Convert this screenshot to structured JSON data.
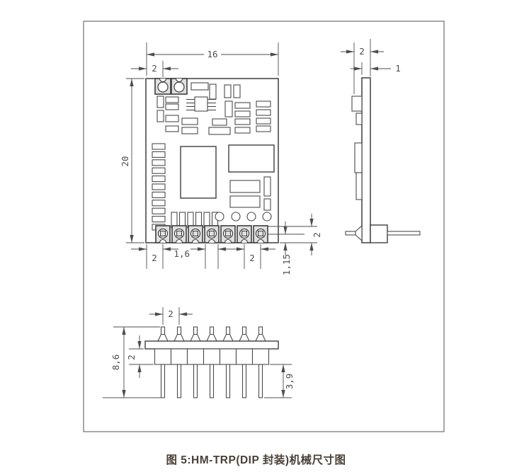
{
  "page": {
    "background": "#ffffff"
  },
  "figure": {
    "caption": "图 5:HM-TRP(DIP 封装)机械尺寸图",
    "line_color": "#4d4d4d",
    "pad_fill": "#e0e0e0"
  },
  "top_view": {
    "name": "pcb-top-view",
    "dim_board_width": "16",
    "dim_edge_to_pad": "2",
    "dim_board_height": "20",
    "dim_bottom_edge_to_pad": "2",
    "dim_pad_width": "1,6",
    "dim_pad_pitch": "2",
    "dim_pad_center_to_edge": "1,15",
    "dim_pad_row_height": "2"
  },
  "side_view": {
    "name": "pcb-side-view",
    "dim_total_thickness": "2",
    "dim_board_thickness": "1"
  },
  "front_view": {
    "name": "pin-header-front-view",
    "dim_pin_pitch": "2",
    "dim_total_height": "8,6",
    "dim_housing_height": "2",
    "dim_pin_length": "3,9"
  }
}
